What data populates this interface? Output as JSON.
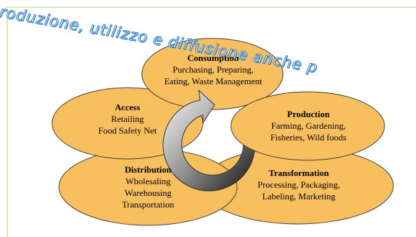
{
  "watermark": {
    "line1": "riproduzione, utilizzo e diffusione anche p"
  },
  "colors": {
    "ellipse_fill": "#f7bf5e",
    "ellipse_stroke": "#3a3a3a",
    "frame": "#b8e08a",
    "watermark_outline": "#2f7fd0"
  },
  "nodes": {
    "consumption": {
      "title": "Consumption",
      "lines": [
        "Purchasing, Preparing,",
        "Eating, Waste Management"
      ]
    },
    "access": {
      "title": "Access",
      "lines": [
        "Retailing",
        "Food Safety Net"
      ]
    },
    "production": {
      "title": "Production",
      "lines": [
        "Farming, Gardening,",
        "Fisheries, Wild foods"
      ]
    },
    "distribution": {
      "title": "Distribution",
      "lines": [
        "Wholesaling",
        "Warehousing",
        "Transportation"
      ]
    },
    "transformation": {
      "title": "Transformation",
      "lines": [
        "Processing, Packaging,",
        "Labeling, Marketing"
      ]
    }
  },
  "center_icon": "circular-arrow-icon"
}
